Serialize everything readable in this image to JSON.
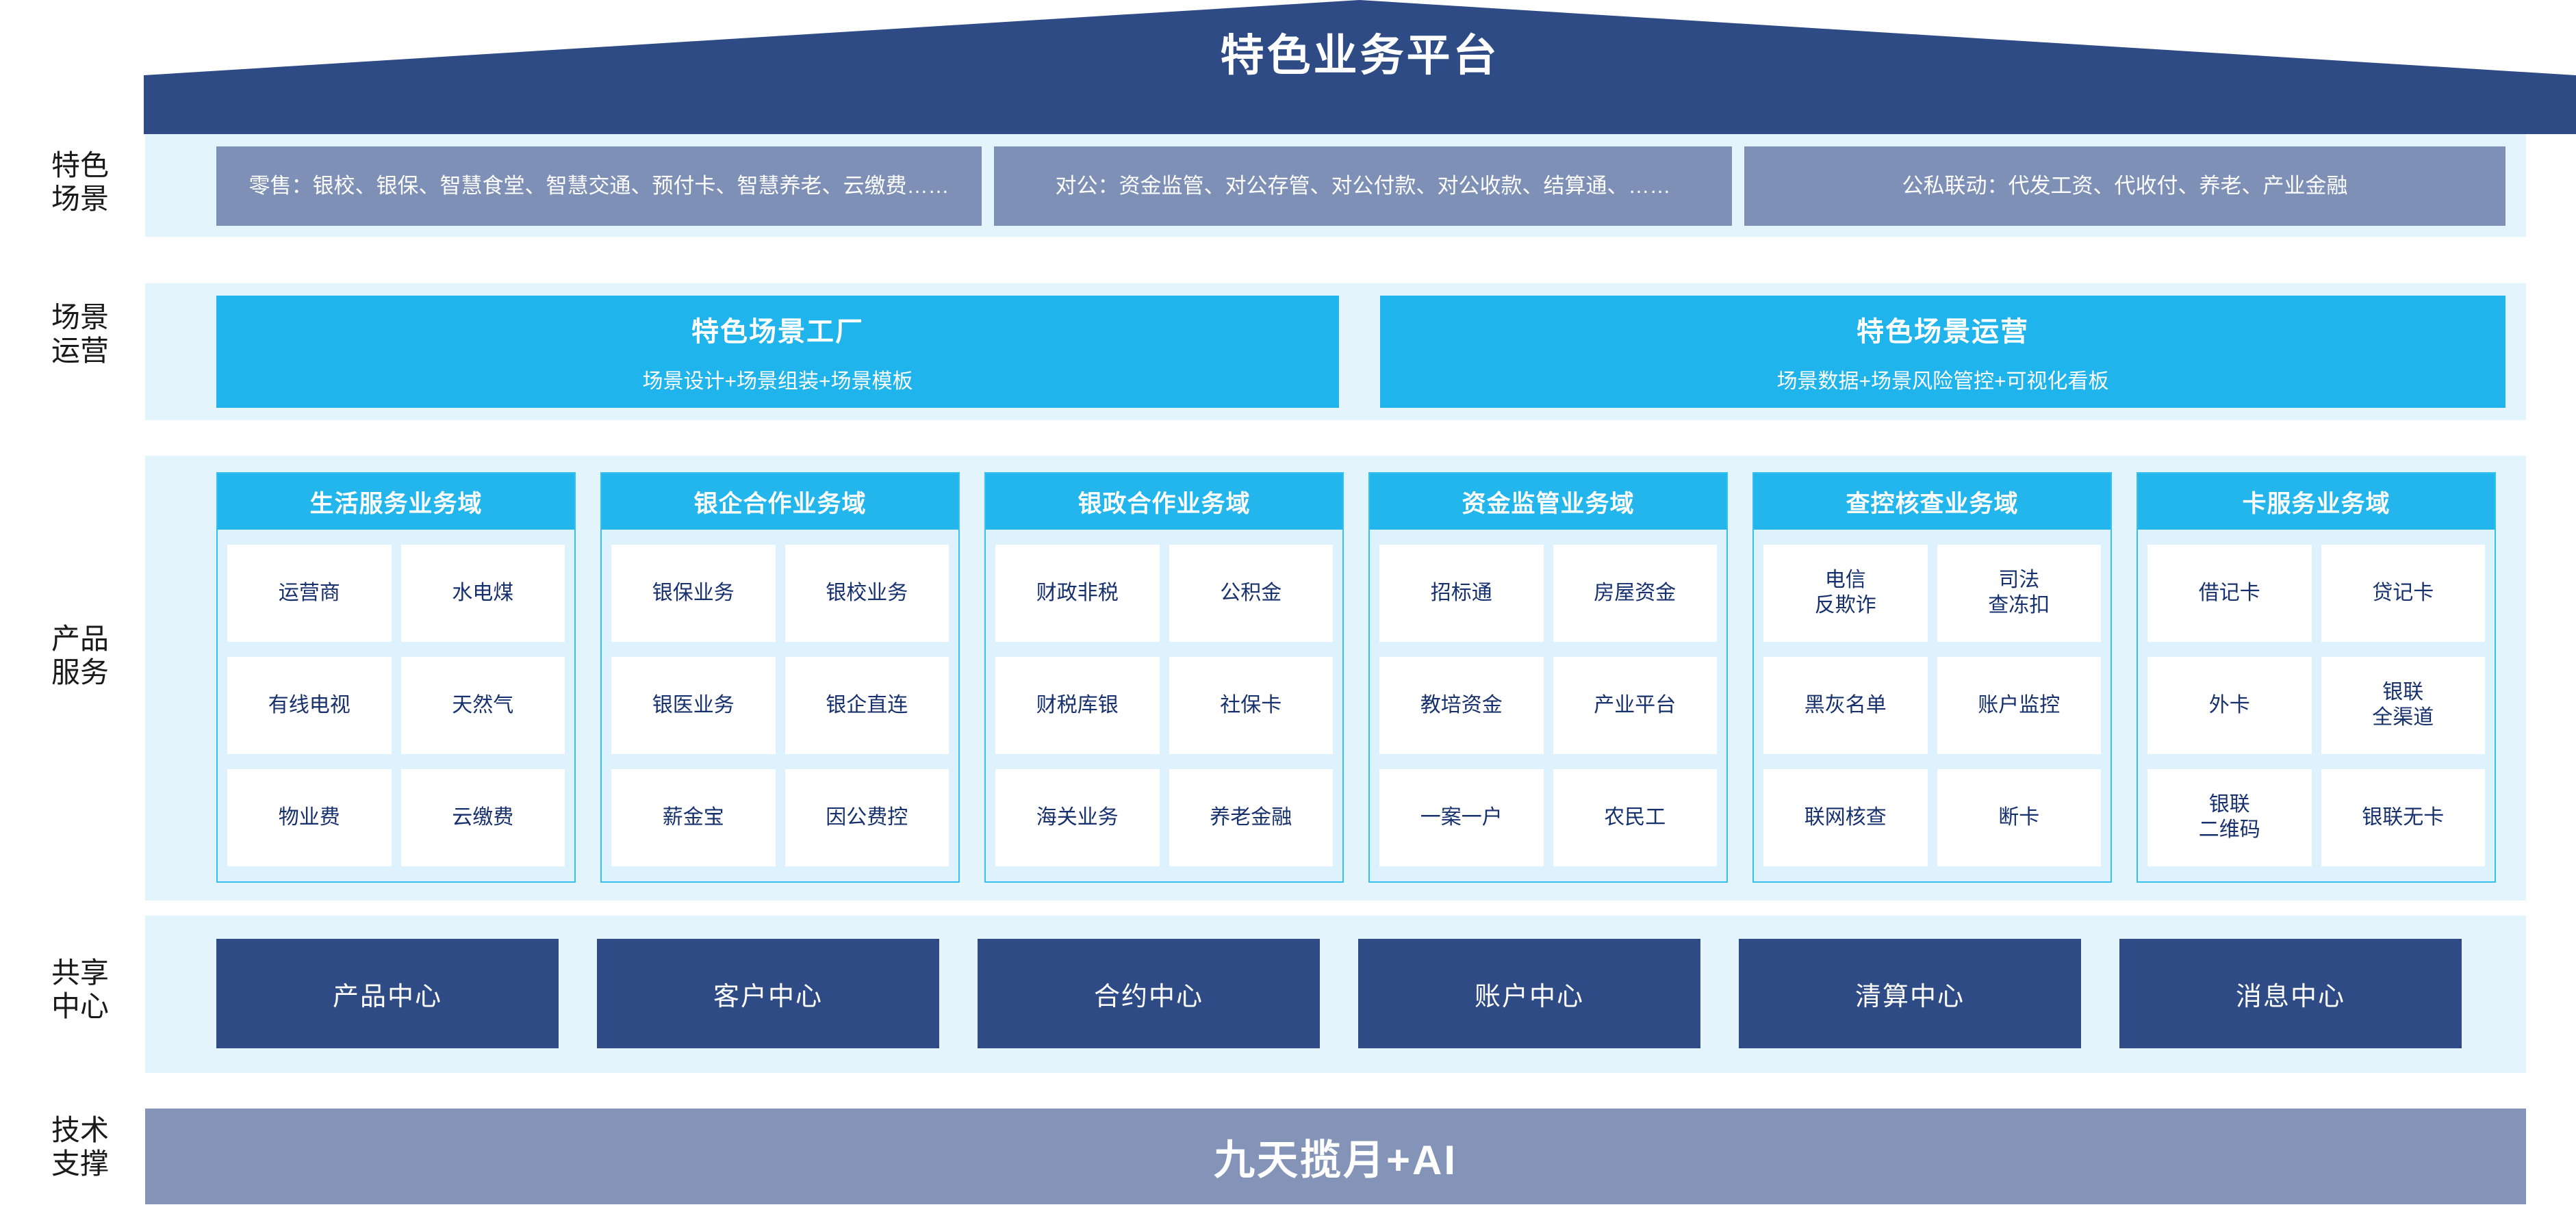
{
  "header": {
    "title": "特色业务平台",
    "roof_color": "#2e4b85"
  },
  "rail_labels": [
    {
      "text": "特色\n场景"
    },
    {
      "text": "场景\n运营"
    },
    {
      "text": "产品\n服务"
    },
    {
      "text": "共享\n中心"
    },
    {
      "text": "技术\n支撑"
    }
  ],
  "featured_scenarios": {
    "box_color": "#7e90b6",
    "items": [
      {
        "text": "零售：银校、银保、智慧食堂、智慧交通、预付卡、智慧养老、云缴费……"
      },
      {
        "text": "对公：资金监管、对公存管、对公付款、对公收款、结算通、……"
      },
      {
        "text": "公私联动：代发工资、代收付、养老、产业金融"
      }
    ]
  },
  "scenario_operations": {
    "box_color": "#1fb4ec",
    "items": [
      {
        "title": "特色场景工厂",
        "subtitle": "场景设计+场景组装+场景模板"
      },
      {
        "title": "特色场景运营",
        "subtitle": "场景数据+场景风险管控+可视化看板"
      }
    ]
  },
  "product_services": {
    "header_color": "#22b6ec",
    "chip_text_color": "#17306e",
    "domains": [
      {
        "title": "生活服务业务域",
        "chips": [
          "运营商",
          "水电煤",
          "有线电视",
          "天然气",
          "物业费",
          "云缴费"
        ]
      },
      {
        "title": "银企合作业务域",
        "chips": [
          "银保业务",
          "银校业务",
          "银医业务",
          "银企直连",
          "薪金宝",
          "因公费控"
        ]
      },
      {
        "title": "银政合作业务域",
        "chips": [
          "财政非税",
          "公积金",
          "财税库银",
          "社保卡",
          "海关业务",
          "养老金融"
        ]
      },
      {
        "title": "资金监管业务域",
        "chips": [
          "招标通",
          "房屋资金",
          "教培资金",
          "产业平台",
          "一案一户",
          "农民工"
        ]
      },
      {
        "title": "查控核查业务域",
        "chips": [
          "电信\n反欺诈",
          "司法\n查冻扣",
          "黑灰名单",
          "账户监控",
          "联网核查",
          "断卡"
        ]
      },
      {
        "title": "卡服务业务域",
        "chips": [
          "借记卡",
          "贷记卡",
          "外卡",
          "银联\n全渠道",
          "银联\n二维码",
          "银联无卡"
        ]
      }
    ]
  },
  "shared_centers": {
    "box_color": "#2e4b85",
    "items": [
      {
        "label": "产品中心"
      },
      {
        "label": "客户中心"
      },
      {
        "label": "合约中心"
      },
      {
        "label": "账户中心"
      },
      {
        "label": "清算中心"
      },
      {
        "label": "消息中心"
      }
    ]
  },
  "technical_support": {
    "label": "九天揽月+AI",
    "bar_color": "#8394b8"
  }
}
